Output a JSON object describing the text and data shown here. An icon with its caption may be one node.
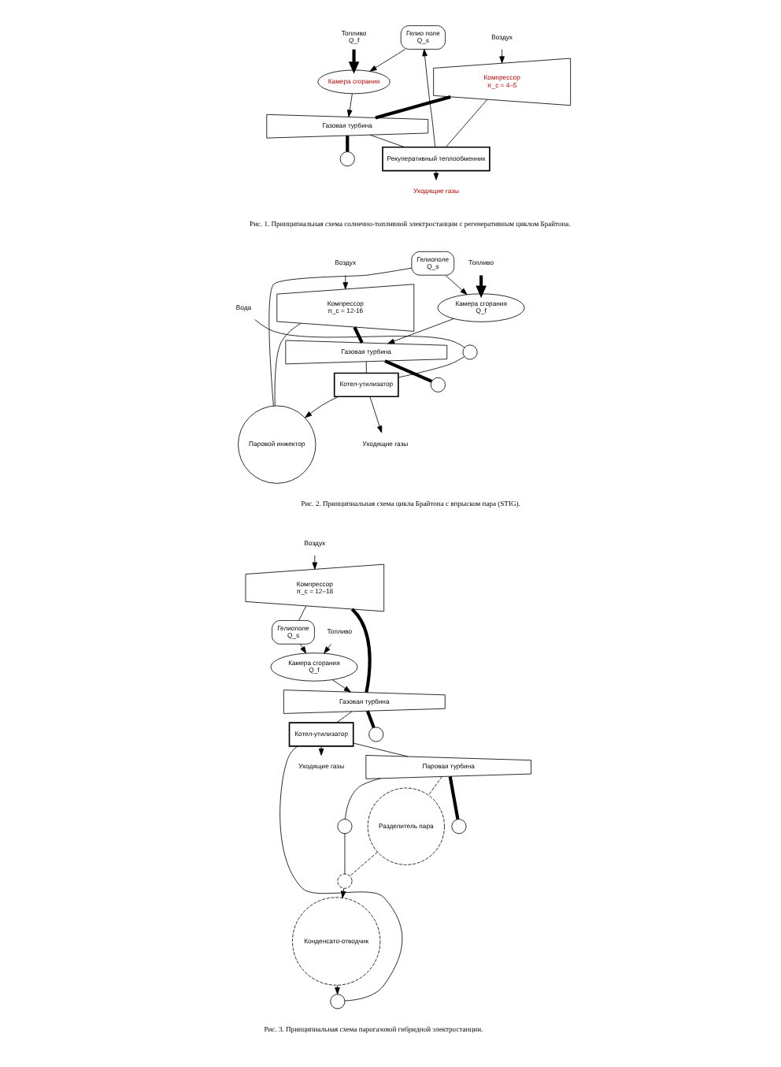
{
  "diagram": {
    "nodes": [
      {
        "text": [
          "Гелио поле",
          "Q_s"
        ]
      },
      {
        "text": [
          "Камера сгорания"
        ]
      },
      {
        "text": [
          "Компрессор",
          "π_c = 4–5"
        ]
      },
      {
        "text": [
          "Газовая турбина"
        ]
      },
      {
        "text": [],
        "shape": "circle"
      },
      {
        "text": [
          "Рекуперативный теплообменник"
        ]
      },
      {
        "text": [
          "Воздух"
        ]
      },
      {
        "text": [
          "Топливо",
          "Q_f"
        ]
      },
      {
        "text": [
          "Уходящие газы"
        ]
      },
      {
        "text": [
          "Гелиополе",
          "Q_s"
        ]
      },
      {
        "text": [
          "Паровой инжектор"
        ]
      },
      {
        "text": [
          "Камера сгорания",
          "Q_f"
        ]
      },
      {
        "text": [
          "Топливо"
        ]
      },
      {
        "text": [
          "Компрессор",
          "π_c = 12-16"
        ]
      },
      {
        "text": [
          "Газовая турбина"
        ]
      },
      {
        "text": [],
        "shape": "circle"
      },
      {
        "text": [
          "Котел-утилизатор"
        ]
      },
      {
        "text": [],
        "shape": "circle"
      },
      {
        "text": [
          "Вода"
        ]
      },
      {
        "text": [
          "Уходящие газы"
        ]
      },
      {
        "text": [
          "Воздух"
        ]
      },
      {
        "text": [
          "Гелиополе",
          "Q_s"
        ]
      },
      {
        "text": [
          "Камера сгорания",
          "Q_f"
        ]
      },
      {
        "text": [
          "Топливо"
        ]
      },
      {
        "text": [
          "Компрессор",
          "π_c = 12–18"
        ]
      },
      {
        "text": [
          "Газовая турбина"
        ]
      },
      {
        "text": [],
        "shape": "circle"
      },
      {
        "text": [
          "Воздух"
        ]
      },
      {
        "text": [
          "Котел-утилизатор"
        ]
      },
      {
        "text": [
          "Уходящие газы"
        ]
      },
      {
        "text": [
          "Паровая турбина"
        ]
      },
      {
        "text": [],
        "shape": "circle"
      },
      {
        "text": [
          "Разделитель пара"
        ]
      },
      {
        "text": [],
        "shape": "circle"
      },
      {
        "text": [],
        "shape": "circle"
      },
      {
        "text": [
          "Конденсато-отводчик"
        ]
      },
      {
        "text": [],
        "shape": "circle"
      }
    ],
    "edges": [
      {
        "from": 6,
        "to": 2,
        "arrow": "to"
      },
      {
        "from": 2,
        "to": 5,
        "arrow": "none"
      },
      {
        "from": 5,
        "to": 0,
        "arrow": "to"
      },
      {
        "from": 0,
        "to": 1,
        "arrow": "to"
      },
      {
        "from": 7,
        "to": 1,
        "arrow": "to",
        "style": "thick"
      },
      {
        "from": 1,
        "to": 3,
        "arrow": "to"
      },
      {
        "from": 2,
        "to": 3,
        "arrow": "none",
        "style": "thick"
      },
      {
        "from": 3,
        "to": 4,
        "arrow": "none",
        "style": "thick"
      },
      {
        "from": 3,
        "to": 5,
        "arrow": "none"
      },
      {
        "from": 5,
        "to": 8,
        "arrow": "to"
      },
      {
        "from": 20,
        "to": 13,
        "arrow": "to"
      },
      {
        "from": 13,
        "to": 10,
        "arrow": "none"
      },
      {
        "from": 10,
        "to": 9,
        "arrow": "none"
      },
      {
        "from": 9,
        "to": 11,
        "arrow": "to"
      },
      {
        "from": 12,
        "to": 11,
        "arrow": "to",
        "style": "thick"
      },
      {
        "from": 11,
        "to": 14,
        "arrow": "to"
      },
      {
        "from": 13,
        "to": 14,
        "arrow": "none",
        "style": "thick"
      },
      {
        "from": 14,
        "to": 15,
        "arrow": "none",
        "style": "thick"
      },
      {
        "from": 14,
        "to": 16,
        "arrow": "none"
      },
      {
        "from": 16,
        "to": 19,
        "arrow": "to"
      },
      {
        "from": 18,
        "to": 17,
        "arrow": "none"
      },
      {
        "from": 17,
        "to": 16,
        "arrow": "none"
      },
      {
        "from": 16,
        "to": 10,
        "arrow": "to"
      },
      {
        "from": 27,
        "to": 24,
        "arrow": "to"
      },
      {
        "from": 24,
        "to": 21,
        "arrow": "none"
      },
      {
        "from": 21,
        "to": 22,
        "arrow": "to"
      },
      {
        "from": 23,
        "to": 22,
        "arrow": "to"
      },
      {
        "from": 22,
        "to": 25,
        "arrow": "to"
      },
      {
        "from": 24,
        "to": 25,
        "arrow": "none",
        "style": "thick"
      },
      {
        "from": 25,
        "to": 26,
        "arrow": "none",
        "style": "thick"
      },
      {
        "from": 25,
        "to": 28,
        "arrow": "none"
      },
      {
        "from": 28,
        "to": 29,
        "arrow": "to"
      },
      {
        "from": 28,
        "to": 30,
        "arrow": "none"
      },
      {
        "from": 30,
        "to": 31,
        "arrow": "none",
        "style": "thick"
      },
      {
        "from": 30,
        "to": 32,
        "arrow": "none",
        "style": "dashed"
      },
      {
        "from": 30,
        "to": 33,
        "arrow": "none"
      },
      {
        "from": 32,
        "to": 34,
        "arrow": "none",
        "style": "dashed"
      },
      {
        "from": 33,
        "to": 34,
        "arrow": "none"
      },
      {
        "from": 34,
        "to": 35,
        "arrow": "to"
      },
      {
        "from": 35,
        "to": 36,
        "arrow": "to"
      },
      {
        "from": 36,
        "to": 28,
        "arrow": "none"
      }
    ],
    "labels": [
      "Рис. 1. Принципиальная схема солнечно-топливной электростанции с регенеративным циклом Брайтона.",
      "Рис. 2. Принципиальная схема цикла Брайтона с впрыском пара (STIG).",
      "Рис. 3. Принципиальная схема парогазовой гибридной электростанции."
    ]
  }
}
